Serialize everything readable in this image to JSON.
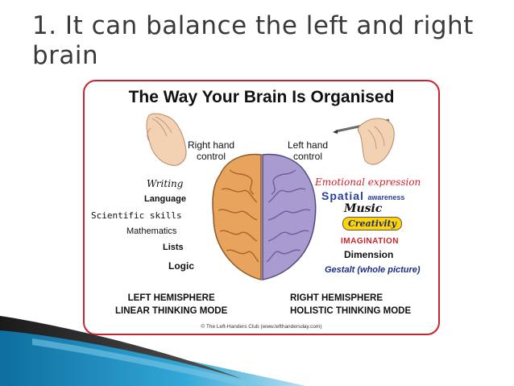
{
  "slide": {
    "title_line1": "1. It can balance the left and right",
    "title_line2": "brain"
  },
  "figure": {
    "title": "The Way Your Brain Is Organised",
    "right_hand_control": [
      "Right hand",
      "control"
    ],
    "left_hand_control": [
      "Left hand",
      "control"
    ],
    "left_words": {
      "writing": "Writing",
      "language": "Language",
      "scientific": "Scientific skills",
      "mathematics": "Mathematics",
      "lists": "Lists",
      "logic": "Logic"
    },
    "right_words": {
      "emotional": "Emotional expression",
      "spatial": "Spatial",
      "awareness": "awareness",
      "music": "Music",
      "creativity": "Creativity",
      "imagination": "IMAGINATION",
      "dimension": "Dimension",
      "gestalt": "Gestalt (whole picture)"
    },
    "left_hemisphere": [
      "LEFT HEMISPHERE",
      "LINEAR THINKING MODE"
    ],
    "right_hemisphere": [
      "RIGHT HEMISPHERE",
      "HOLISTIC THINKING MODE"
    ],
    "credit": "© The Left-Handers Club (www.lefthandersday.com)"
  },
  "colors": {
    "frame": "#c9242b",
    "left_brain": "#e8a35c",
    "right_brain": "#a79bd0",
    "accent_blue": "#1b8fc6"
  }
}
